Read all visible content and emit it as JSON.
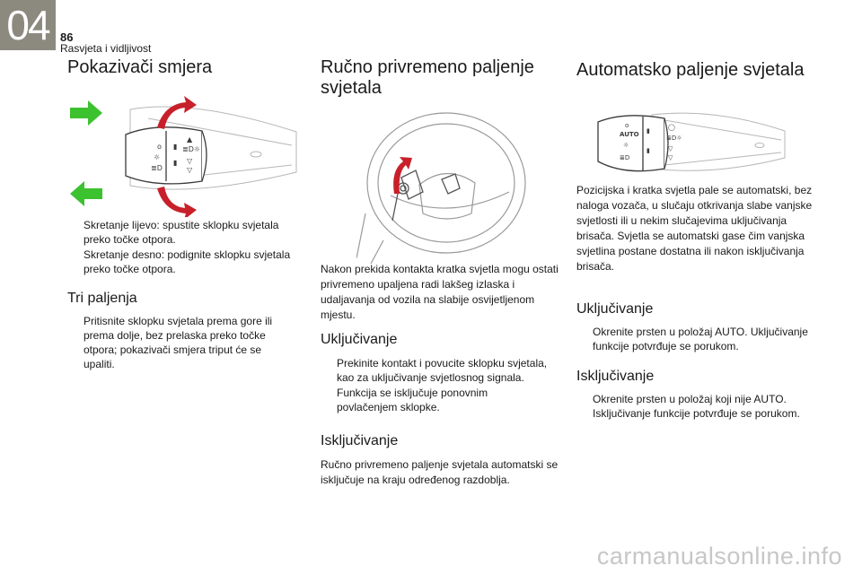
{
  "header": {
    "chapter_number": "04",
    "page_number": "86",
    "chapter_title": "Rasvjeta i vidljivost"
  },
  "col1": {
    "title": "Pokazivači smjera",
    "bullets": [
      "Skretanje lijevo: spustite sklopku svjetala preko točke otpora.",
      "Skretanje desno: podignite sklopku svjetala preko točke otpora."
    ],
    "subtitle": "Tri paljenja",
    "sub_bullets": [
      "Pritisnite sklopku svjetala prema gore ili prema dolje, bez prelaska preko točke otpora; pokazivači smjera triput će se upaliti."
    ]
  },
  "col2": {
    "title": "Ručno privremeno paljenje svjetala",
    "intro": "Nakon prekida kontakta kratka svjetla mogu ostati privremeno upaljena radi lakšeg izlaska i udaljavanja od vozila na slabije osvijetljenom mjestu.",
    "on_title": "Uključivanje",
    "on_bullets": [
      "Prekinite kontakt i povucite sklopku svjetala, kao za uključivanje svjetlosnog signala.",
      "Funkcija se isključuje ponovnim povlačenjem sklopke."
    ],
    "off_title": "Isključivanje",
    "off_text": "Ručno privremeno paljenje svjetala automatski se isključuje na kraju određenog razdoblja."
  },
  "col3": {
    "title": "Automatsko paljenje svjetala",
    "intro": "Pozicijska i kratka svjetla pale se automatski, bez naloga vozača, u slučaju otkrivanja slabe vanjske svjetlosti ili u nekim slučajevima uključivanja brisača. Svjetla se automatski gase čim vanjska svjetlina postane dostatna ili nakon isključivanja brisača.",
    "on_title": "Uključivanje",
    "on_bullets": [
      "Okrenite prsten u položaj AUTO. Uključivanje funkcije potvrđuje se porukom."
    ],
    "off_title": "Isključivanje",
    "off_bullets": [
      "Okrenite prsten u položaj koji nije AUTO. Isključivanje funkcije potvrđuje se porukom."
    ],
    "auto_label": "AUTO"
  },
  "bullet_glyph": "",
  "watermark": "carmanualsonline.info",
  "colors": {
    "chapter_tab": "#8c8a7f",
    "arrow_green": "#3cc12f",
    "arrow_red": "#c8202a",
    "text": "#1a1a1a"
  }
}
